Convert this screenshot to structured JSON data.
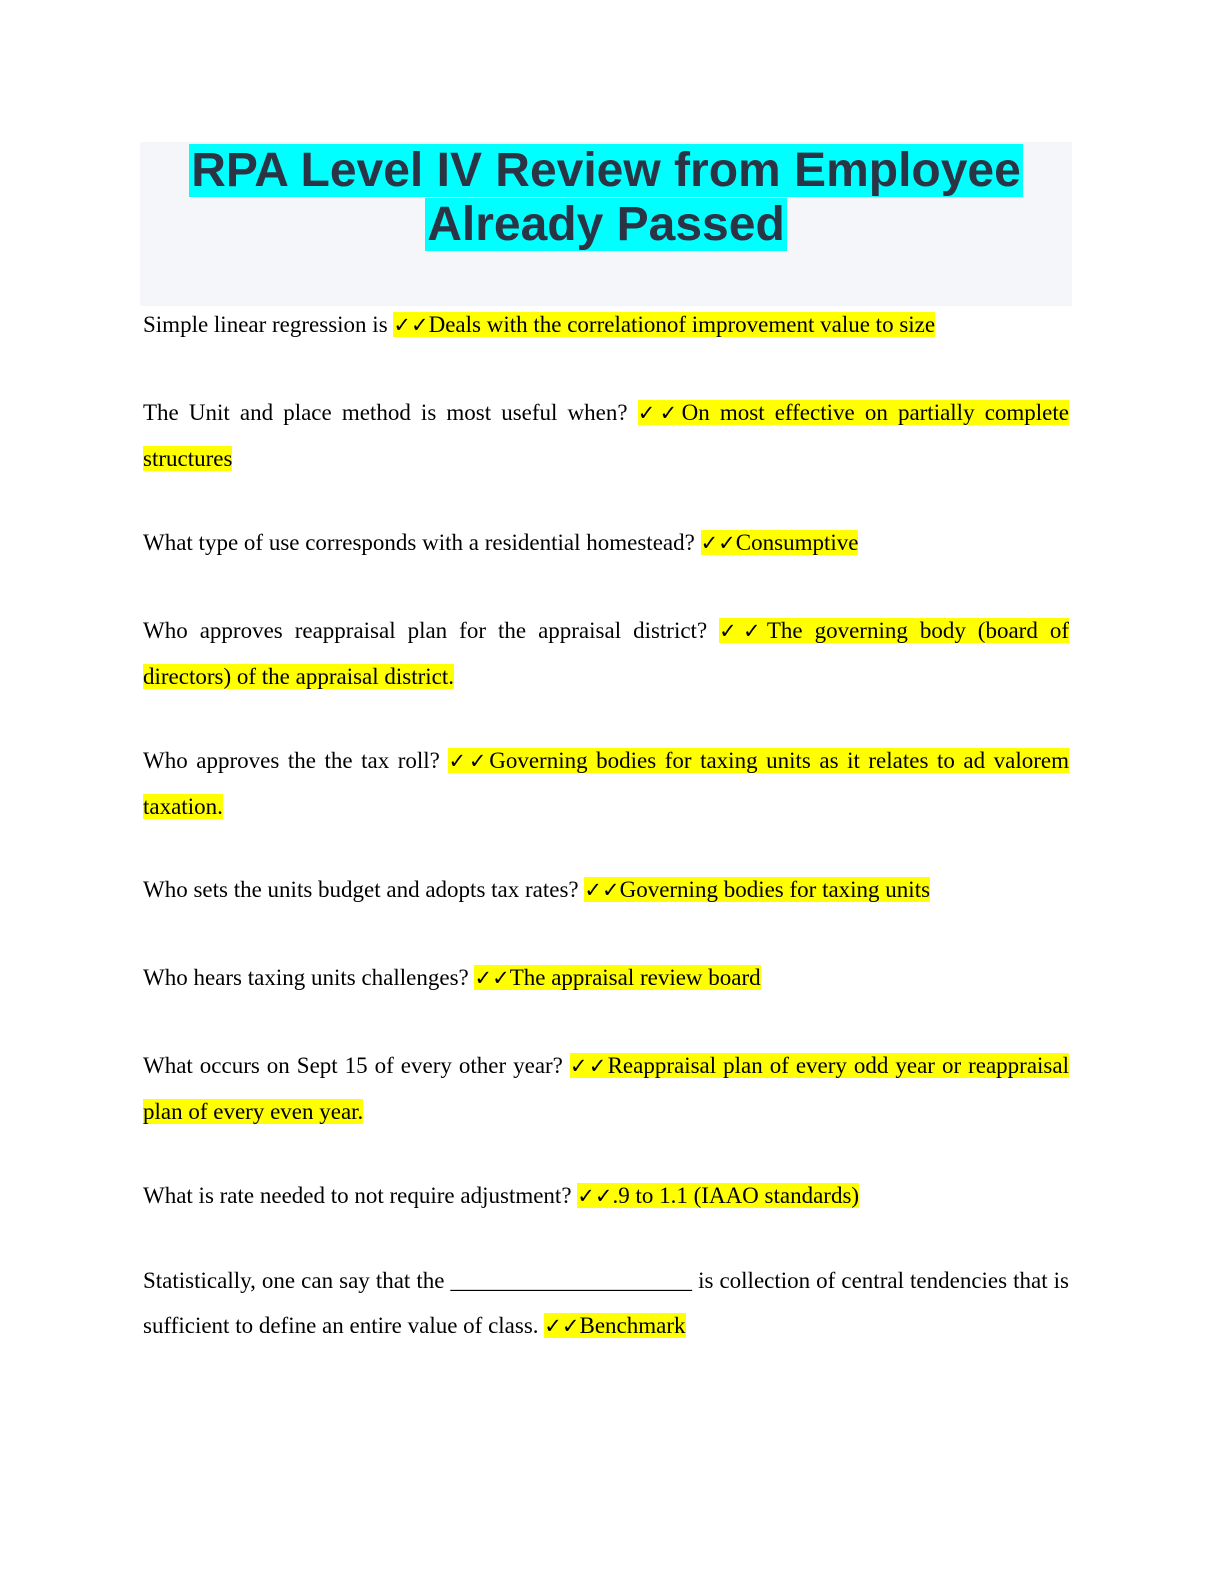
{
  "document": {
    "title_line1": "RPA Level IV Review from Employee",
    "title_line2": "Already Passed",
    "check_mark": "✓✓",
    "items": [
      {
        "question": "Simple linear regression is ",
        "answer": "Deals with the correlationof improvement value to size"
      },
      {
        "question": "The Unit and place method is most useful when? ",
        "answer": "On most effective on partially complete structures"
      },
      {
        "question": "What type of use corresponds with a residential homestead? ",
        "answer": "Consumptive"
      },
      {
        "question": "Who approves reappraisal plan for the appraisal district? ",
        "answer": "The governing body (board of directors) of the appraisal district."
      },
      {
        "question": "Who approves the the tax roll? ",
        "answer": "Governing bodies for taxing units as it relates to ad valorem taxation."
      },
      {
        "question": "Who sets the units budget and adopts tax rates? ",
        "answer": "Governing bodies for taxing units"
      },
      {
        "question": "Who hears taxing units challenges? ",
        "answer": "The appraisal review board"
      },
      {
        "question": "What occurs on Sept 15 of every other year? ",
        "answer": "Reappraisal plan of every odd year or reappraisal plan of every even year."
      },
      {
        "question": "What is rate needed to not require adjustment? ",
        "answer": ".9 to 1.1 (IAAO standards)"
      },
      {
        "question": "Statistically, one can say that the _____________________ is collection of central tendencies that is sufficient to define an entire value of class. ",
        "answer": "Benchmark"
      }
    ]
  }
}
